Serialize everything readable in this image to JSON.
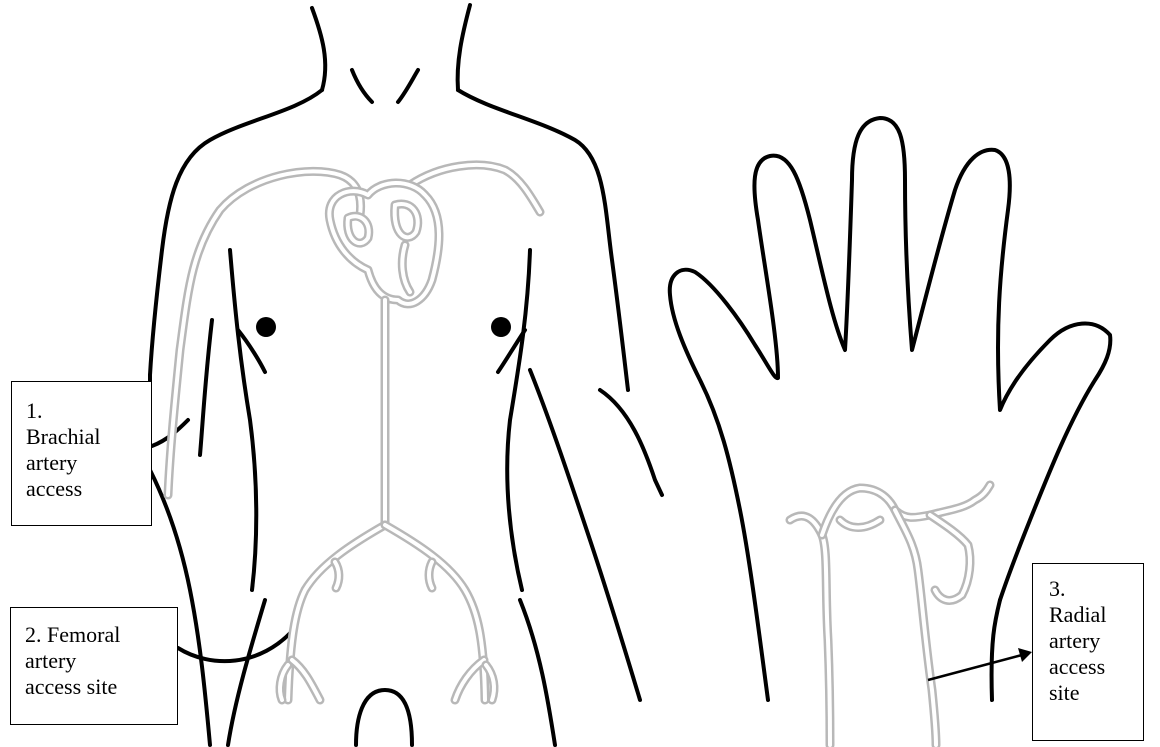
{
  "labels": {
    "brachial": {
      "lines": [
        "1.",
        "Brachial",
        "artery",
        "access"
      ]
    },
    "femoral": {
      "lines": [
        "2. Femoral",
        "artery",
        "access site"
      ]
    },
    "radial": {
      "lines": [
        "3.",
        "Radial",
        "artery",
        "access",
        "site"
      ]
    }
  },
  "colors": {
    "outline": "#000000",
    "vessel": "#b8b8b8",
    "background": "#ffffff"
  }
}
